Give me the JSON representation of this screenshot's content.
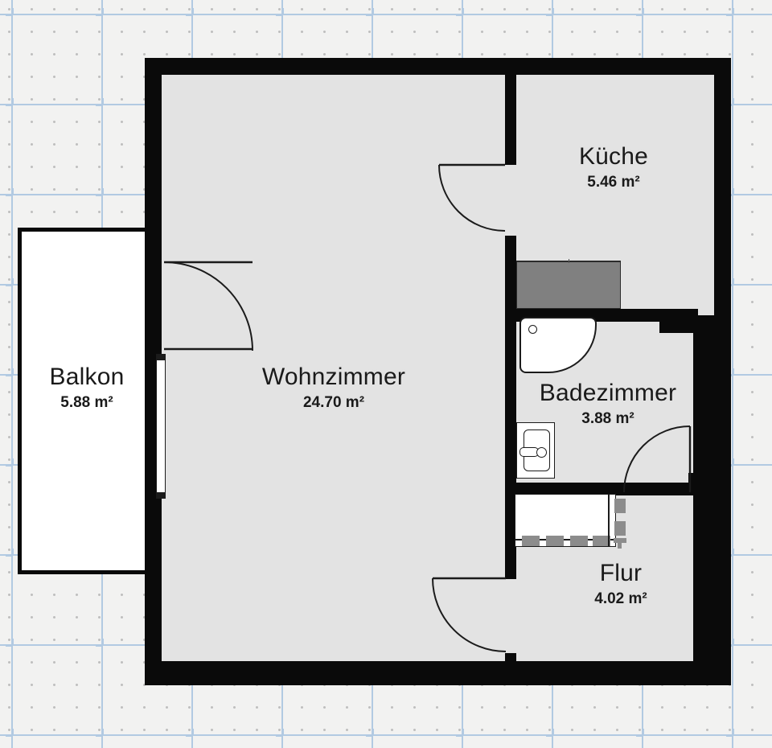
{
  "plan": {
    "unit": "m²",
    "background": {
      "color": "#f2f2f1",
      "dot_color": "#969696",
      "plus_color": "#a8c4e0"
    },
    "colors": {
      "wall": "#0a0a0a",
      "room_fill": "#e3e3e3",
      "balcony_fill": "#ffffff",
      "fixture_outline": "#1b1b1b",
      "counter_fill": "#808080",
      "hanger_fill": "#8c8c8c"
    },
    "rooms": [
      {
        "id": "balkon",
        "name": "Balkon",
        "area": "5.88 m²"
      },
      {
        "id": "wohnzimmer",
        "name": "Wohnzimmer",
        "area": "24.70 m²"
      },
      {
        "id": "kueche",
        "name": "Küche",
        "area": "5.46 m²"
      },
      {
        "id": "badezimmer",
        "name": "Badezimmer",
        "area": "3.88 m²"
      },
      {
        "id": "flur",
        "name": "Flur",
        "area": "4.02 m²"
      }
    ],
    "fixtures": [
      {
        "id": "kitchen-counter",
        "label": "kitchen-counter"
      },
      {
        "id": "shower-tray",
        "label": "shower-tray"
      },
      {
        "id": "wash-basin",
        "label": "wash-basin"
      },
      {
        "id": "wardrobe",
        "label": "wardrobe"
      },
      {
        "id": "balcony-door",
        "label": "balcony-sliding-door"
      }
    ],
    "doors": [
      {
        "id": "door-kitchen",
        "label": "kitchen-door"
      },
      {
        "id": "door-bathroom",
        "label": "bathroom-door"
      },
      {
        "id": "door-hall",
        "label": "hall-door"
      },
      {
        "id": "door-balcony",
        "label": "balcony-door"
      }
    ]
  }
}
